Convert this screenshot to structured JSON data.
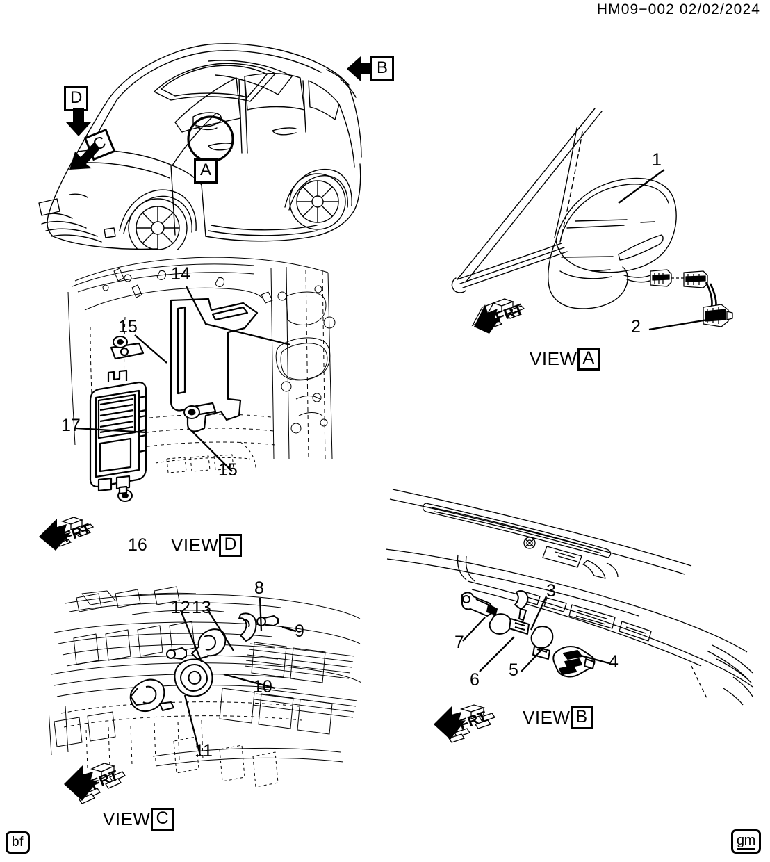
{
  "sheet": {
    "header": "HM09−002  02/02/2024",
    "corner_tag": "bf",
    "brand_logo": "gm"
  },
  "vehicle_overview": {
    "name": "vehicle-isometric-overview",
    "view_keys": [
      {
        "id": "B",
        "label": "B",
        "arrow": "left"
      },
      {
        "id": "D",
        "label": "D",
        "arrow": "down"
      },
      {
        "id": "C",
        "label": "C",
        "arrow": "down-left"
      },
      {
        "id": "A",
        "label": "A",
        "arrow": "circle-stem"
      }
    ]
  },
  "views": [
    {
      "id": "A",
      "label_word": "VIEW",
      "label_key": "A",
      "subject": "outside-rearview-mirror",
      "direction_marker": "FRT",
      "callouts": [
        {
          "number": "1",
          "target": "mirror-assembly"
        },
        {
          "number": "2",
          "target": "mirror-wiring-connector"
        }
      ]
    },
    {
      "id": "B",
      "label_word": "VIEW",
      "label_key": "B",
      "subject": "liftgate-rear-camera-and-clips",
      "direction_marker": "FRT",
      "callouts": [
        {
          "number": "3",
          "target": "screw"
        },
        {
          "number": "4",
          "target": "rear-camera-bracket"
        },
        {
          "number": "5",
          "target": "clip"
        },
        {
          "number": "6",
          "target": "clip"
        },
        {
          "number": "7",
          "target": "connector"
        }
      ]
    },
    {
      "id": "C",
      "label_word": "VIEW",
      "label_key": "C",
      "subject": "front-bumper-sensor-bracket",
      "direction_marker": "FRT",
      "callouts": [
        {
          "number": "8",
          "target": "bracket"
        },
        {
          "number": "9",
          "target": "screw"
        },
        {
          "number": "10",
          "target": "sensor"
        },
        {
          "number": "11",
          "target": "bracket"
        },
        {
          "number": "12",
          "target": "screw"
        },
        {
          "number": "13",
          "target": "bracket"
        }
      ]
    },
    {
      "id": "D",
      "label_word": "VIEW",
      "label_key": "D",
      "subject": "body-control-module-and-bracket",
      "direction_marker": "FRT",
      "callouts": [
        {
          "number": "14",
          "target": "module-bracket"
        },
        {
          "number": "15",
          "target": "nut-upper"
        },
        {
          "number": "15b",
          "display": "15",
          "target": "nut-lower"
        },
        {
          "number": "16",
          "target": "nut"
        },
        {
          "number": "17",
          "target": "control-module"
        }
      ]
    }
  ],
  "colors": {
    "line": "#000000",
    "background": "#ffffff",
    "faint_line": "#2b2b2b"
  }
}
